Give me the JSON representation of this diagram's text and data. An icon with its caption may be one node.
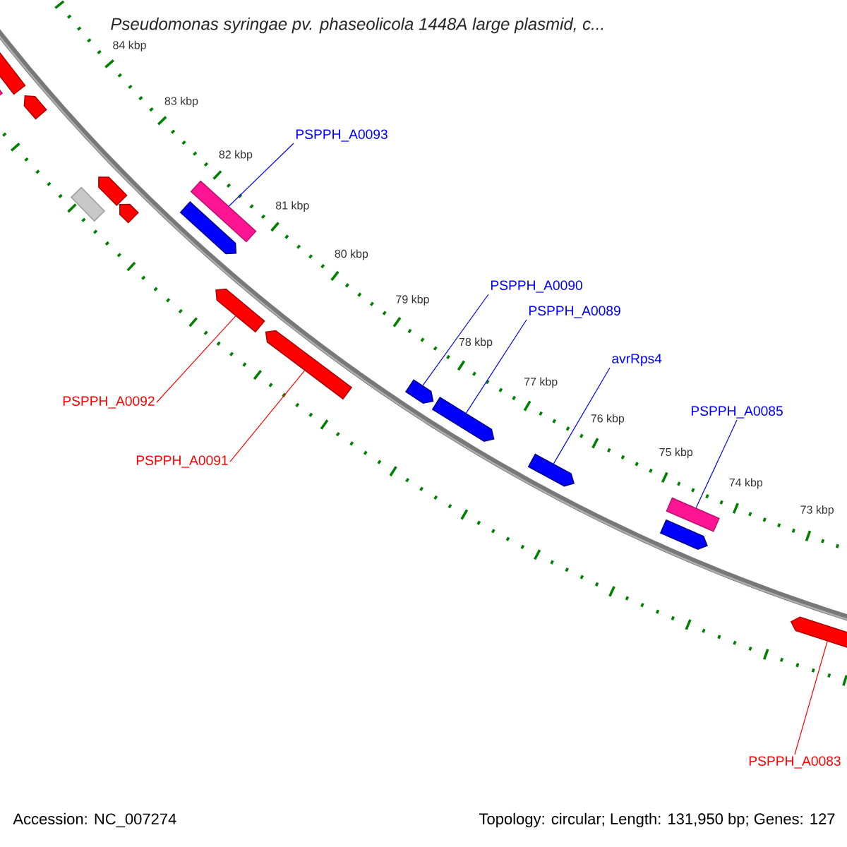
{
  "diagram": {
    "title": "Pseudomonas syringae pv. phaseolicola 1448A large plasmid, c...",
    "nodes": [
      {
        "text": [
          "PSPPH_A0093"
        ]
      },
      {
        "text": [],
        "shape": "bar"
      },
      {
        "text": [
          "PSPPH_A0090"
        ]
      },
      {
        "text": [],
        "shape": "arrow"
      },
      {
        "text": [
          "PSPPH_A0089"
        ]
      },
      {
        "text": [],
        "shape": "arrow"
      },
      {
        "text": [
          "avrRps4"
        ]
      },
      {
        "text": [],
        "shape": "arrow"
      },
      {
        "text": [
          "PSPPH_A0092"
        ]
      },
      {
        "text": [],
        "shape": "arrow"
      },
      {
        "text": [
          "PSPPH_A0085"
        ]
      },
      {
        "text": [],
        "shape": "bar"
      },
      {
        "text": [
          "PSPPH_A0091"
        ]
      },
      {
        "text": [],
        "shape": "arrow"
      },
      {
        "text": [
          "PSPPH_A0083"
        ]
      },
      {
        "text": [],
        "shape": "arrow"
      }
    ],
    "edges": [
      {
        "from": 0,
        "to": 1,
        "arrow": "none",
        "color": "#0000ff"
      },
      {
        "from": 2,
        "to": 3,
        "arrow": "none",
        "color": "#0000ff"
      },
      {
        "from": 4,
        "to": 5,
        "arrow": "none",
        "color": "#0000ff"
      },
      {
        "from": 6,
        "to": 7,
        "arrow": "none",
        "color": "#0000ff"
      },
      {
        "from": 8,
        "to": 9,
        "arrow": "none",
        "color": "#ff0000"
      },
      {
        "from": 10,
        "to": 11,
        "arrow": "none",
        "color": "#0000ff"
      },
      {
        "from": 12,
        "to": 13,
        "arrow": "none",
        "color": "#ff0000"
      },
      {
        "from": 14,
        "to": 15,
        "arrow": "none",
        "color": "#ff0000"
      }
    ],
    "labels": [
      "84 kbp",
      "83 kbp",
      "82 kbp",
      "81 kbp",
      "80 kbp",
      "79 kbp",
      "78 kbp",
      "77 kbp",
      "76 kbp",
      "75 kbp",
      "74 kbp",
      "73 kbp",
      "Accession: NC_007274",
      "Topology: circular; Length: 131,950 bp; Genes: 127"
    ]
  }
}
